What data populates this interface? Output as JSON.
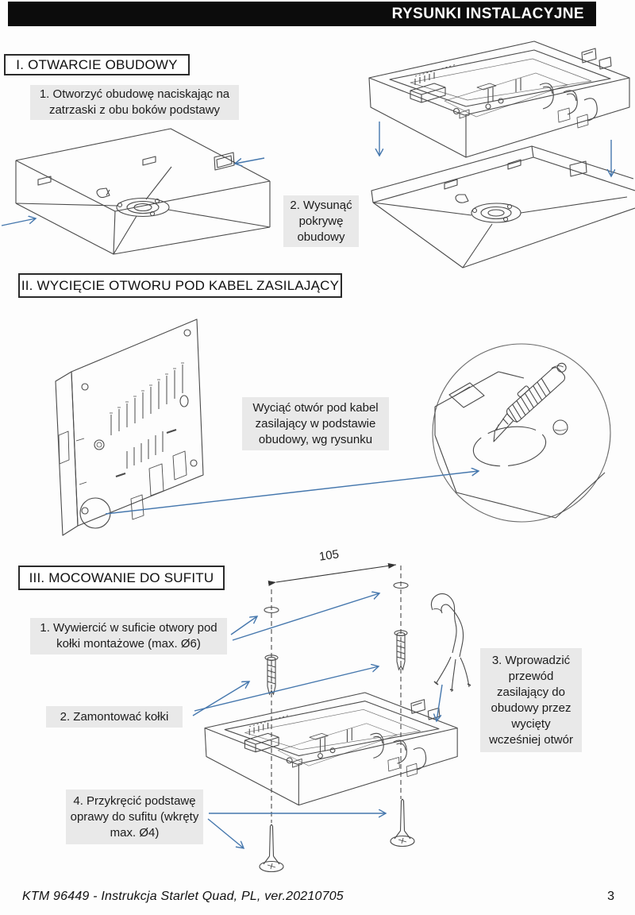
{
  "header": {
    "title": "RYSUNKI INSTALACYJNE"
  },
  "s1": {
    "heading": "I. OTWARCIE OBUDOWY",
    "step1": "1. Otworzyć obudowę naciskając na zatrzaski z obu boków podstawy",
    "step2": "2. Wysunąć pokrywę obudowy"
  },
  "s2": {
    "heading": "II. WYCIĘCIE OTWORU POD KABEL ZASILAJĄCY",
    "note": "Wyciąć otwór pod kabel zasilający w podstawie obudowy, wg rysunku"
  },
  "s3": {
    "heading": "III. MOCOWANIE DO SUFITU",
    "step1": "1. Wywiercić w suficie otwory pod kołki montażowe (max. Ø6)",
    "step2": "2. Zamontować kołki",
    "step3": "3. Wprowadzić przewód zasilający do obudowy przez wycięty wcześniej otwór",
    "step4": "4. Przykręcić podstawę oprawy do sufitu (wkręty max. Ø4)",
    "dimension": "105"
  },
  "footer": {
    "doc_info": "KTM 96449 - Instrukcja Starlet Quad, PL, ver.20210705",
    "page_number": "3"
  },
  "colors": {
    "arrow_blue": "#4577ad",
    "note_bg": "#e9e9e9",
    "line_art": "#4a4a4a"
  }
}
